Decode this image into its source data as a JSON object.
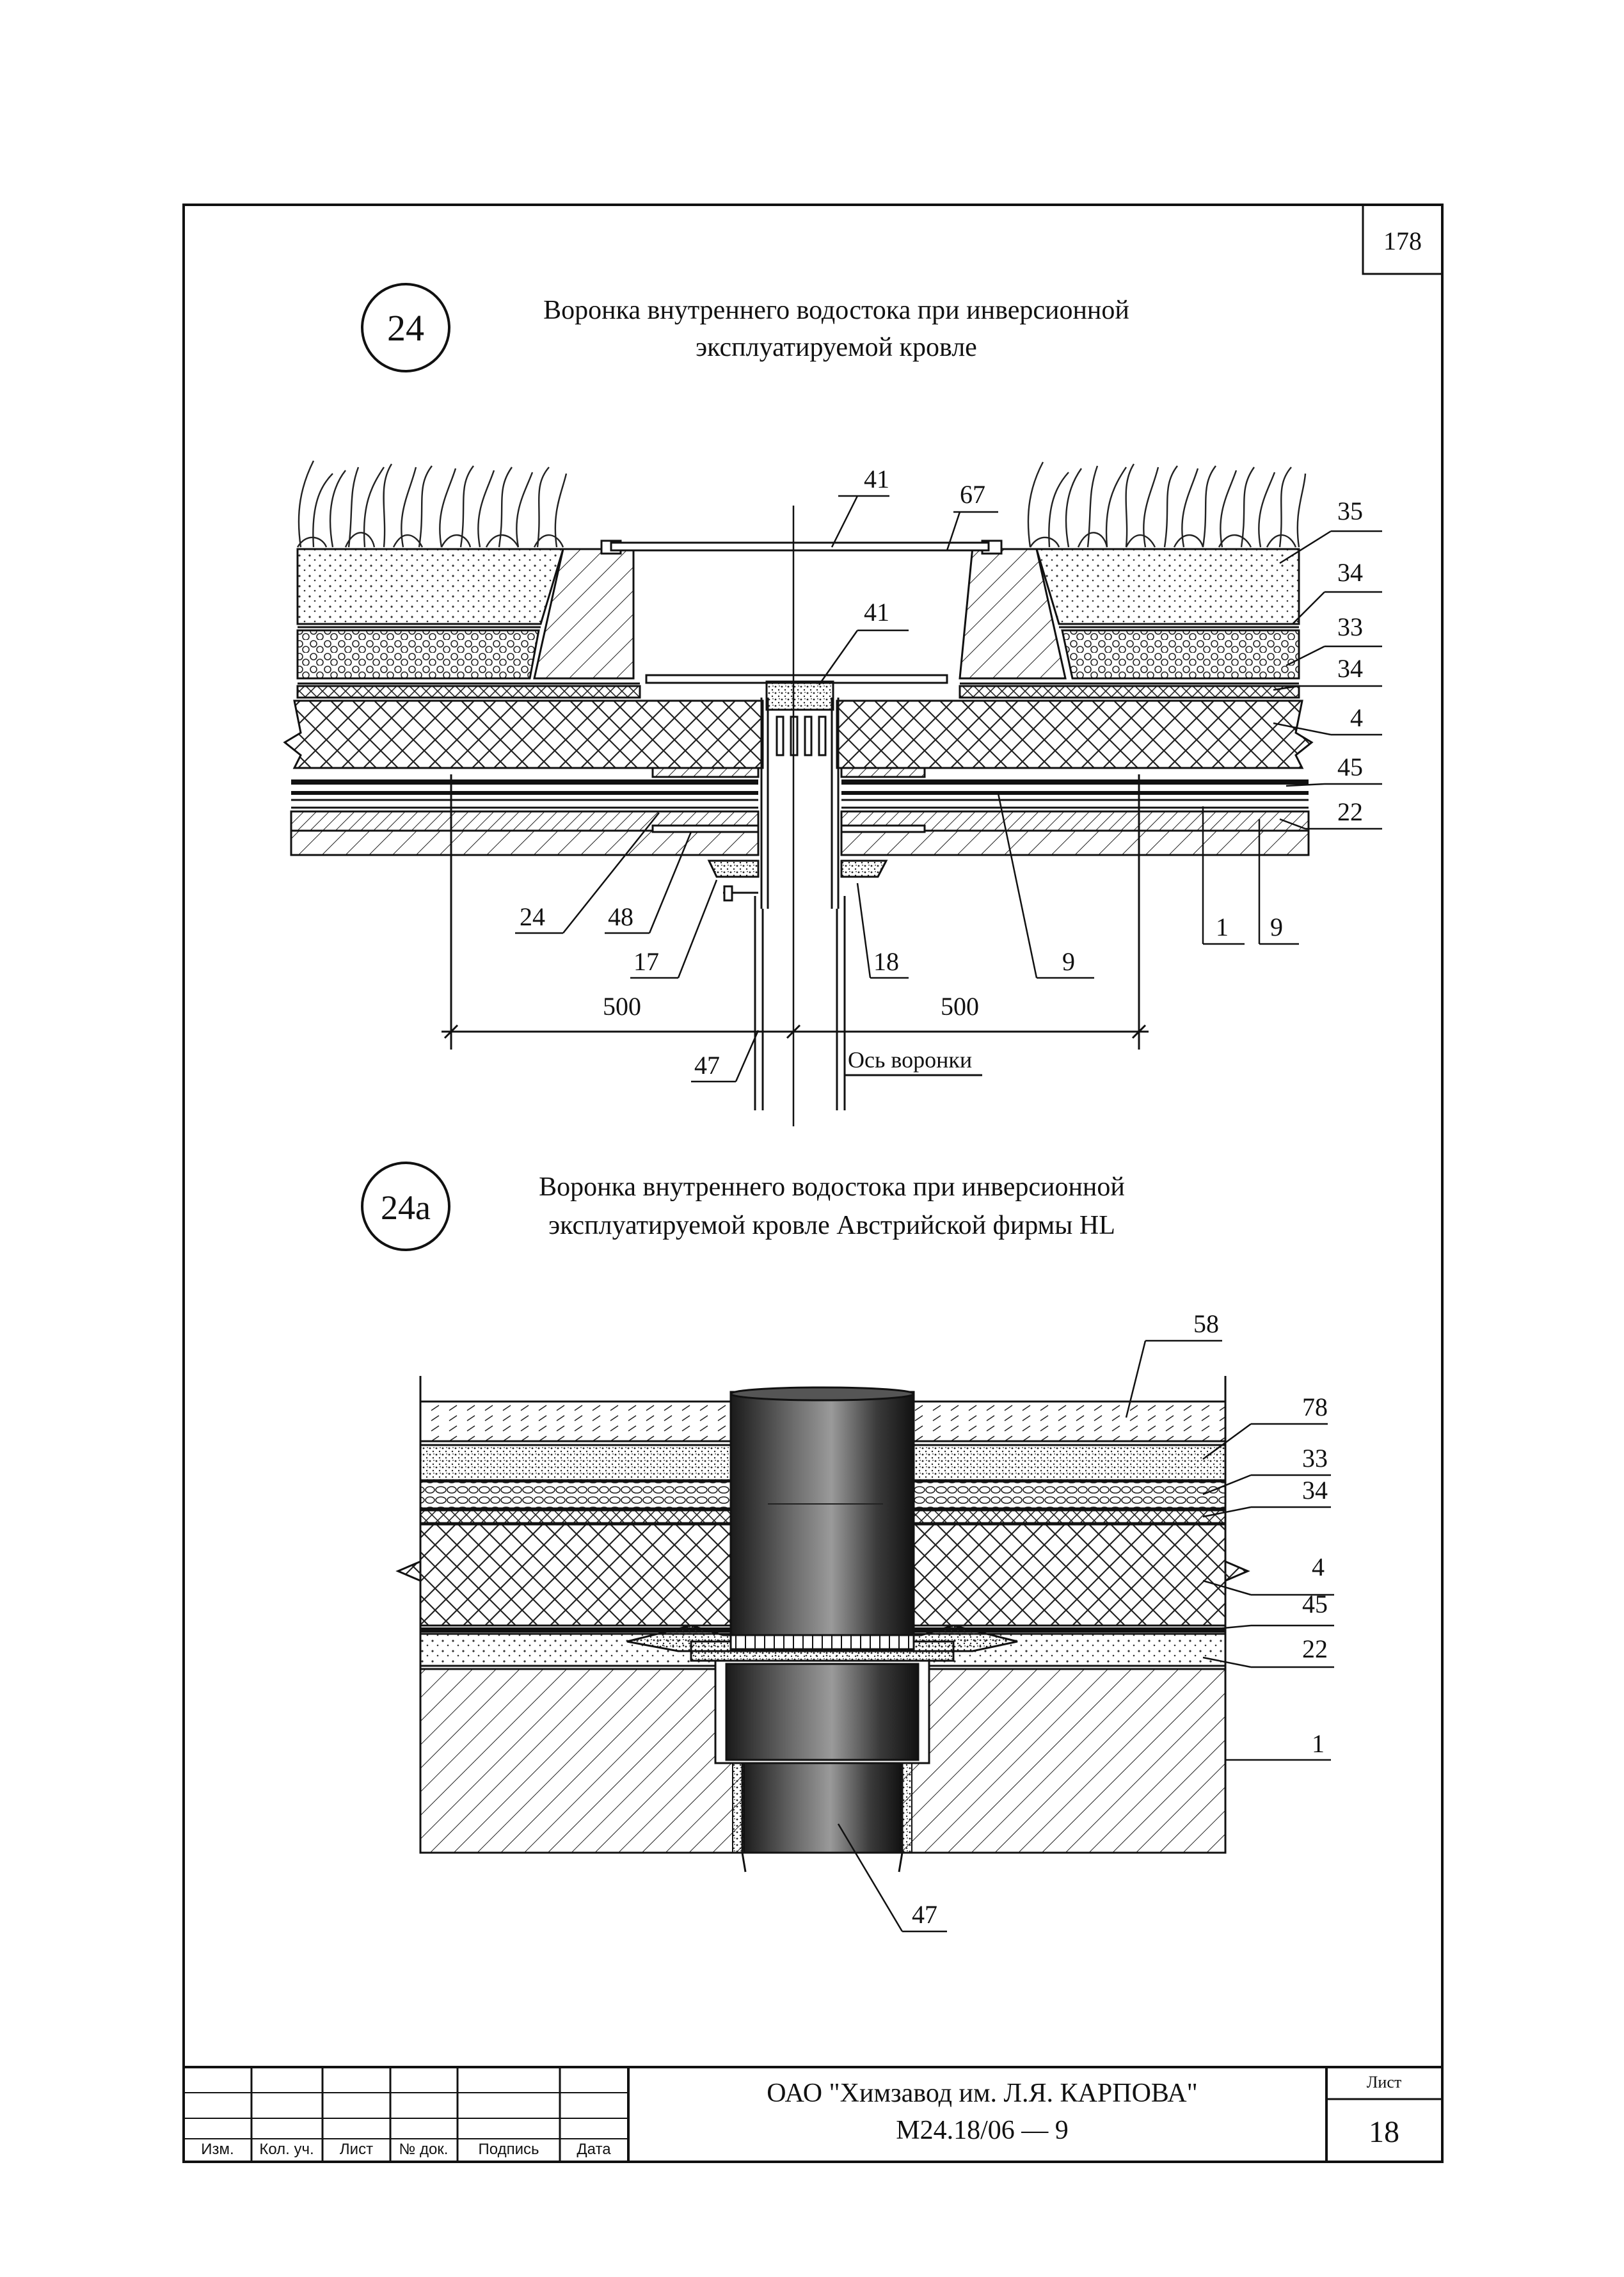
{
  "sheet_number_top": "178",
  "detail_24": {
    "number": "24",
    "title_line1": "Воронка внутреннего водостока при инверсионной",
    "title_line2": "эксплуатируемой кровле",
    "callouts": [
      "41",
      "67",
      "35",
      "34",
      "33",
      "34",
      "41",
      "4",
      "45",
      "22",
      "24",
      "48",
      "17",
      "18",
      "9",
      "1",
      "9",
      "47"
    ],
    "dimension_left": "500",
    "dimension_right": "500",
    "axis_label": "Ось воронки"
  },
  "detail_24a": {
    "number": "24а",
    "title_line1": "Воронка внутреннего водостока при инверсионной",
    "title_line2": "эксплуатируемой кровле Австрийской фирмы HL",
    "callouts": [
      "58",
      "78",
      "33",
      "34",
      "4",
      "45",
      "22",
      "1",
      "47"
    ]
  },
  "title_block": {
    "col_labels": [
      "Изм.",
      "Кол. уч.",
      "Лист",
      "№ док.",
      "Подпись",
      "Дата"
    ],
    "organization": "ОАО \"Химзавод им. Л.Я. КАРПОВА\"",
    "doc_code": "М24.18/06 — 9",
    "sheet_label": "Лист",
    "sheet_value": "18"
  }
}
